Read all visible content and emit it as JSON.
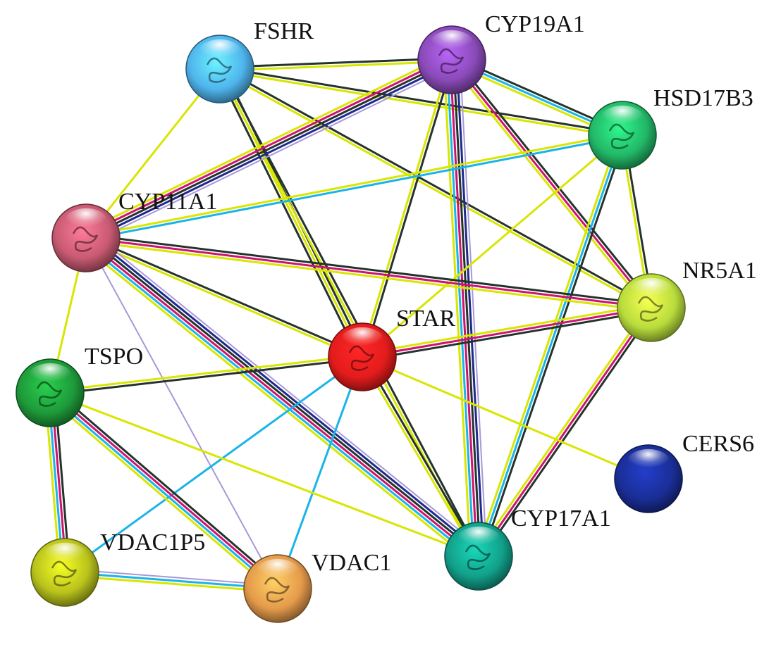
{
  "title": "STAR protein interaction network",
  "edge_colors": {
    "black": "#24332c",
    "yellow": "#d8e600",
    "cyan": "#1ab4e8",
    "magenta": "#cc1470",
    "navy": "#202a8c",
    "lavender": "#a898d8"
  },
  "nodes": [
    {
      "id": "FSHR",
      "label": "FSHR",
      "color": "#4fb4ec"
    },
    {
      "id": "CYP19A1",
      "label": "CYP19A1",
      "color": "#8a4ab8"
    },
    {
      "id": "HSD17B3",
      "label": "HSD17B3",
      "color": "#22b868"
    },
    {
      "id": "CYP11A1",
      "label": "CYP11A1",
      "color": "#c85a72"
    },
    {
      "id": "NR5A1",
      "label": "NR5A1",
      "color": "#b8dc3c"
    },
    {
      "id": "STAR",
      "label": "STAR",
      "color": "#e41c1c"
    },
    {
      "id": "TSPO",
      "label": "TSPO",
      "color": "#1e9a3a"
    },
    {
      "id": "CERS6",
      "label": "CERS6",
      "color": "#1a2e96"
    },
    {
      "id": "CYP17A1",
      "label": "CYP17A1",
      "color": "#12a08a"
    },
    {
      "id": "VDAC1P5",
      "label": "VDAC1P5",
      "color": "#b8c21c"
    },
    {
      "id": "VDAC1",
      "label": "VDAC1",
      "color": "#e49a4a"
    }
  ],
  "edges": [
    {
      "source": "FSHR",
      "target": "CYP19A1",
      "types": [
        "black",
        "yellow"
      ]
    },
    {
      "source": "FSHR",
      "target": "HSD17B3",
      "types": [
        "black",
        "yellow"
      ]
    },
    {
      "source": "FSHR",
      "target": "NR5A1",
      "types": [
        "black",
        "yellow"
      ]
    },
    {
      "source": "FSHR",
      "target": "CYP11A1",
      "types": [
        "yellow"
      ]
    },
    {
      "source": "FSHR",
      "target": "STAR",
      "types": [
        "black",
        "yellow",
        "black"
      ]
    },
    {
      "source": "FSHR",
      "target": "CYP17A1",
      "types": [
        "black",
        "yellow"
      ]
    },
    {
      "source": "CYP19A1",
      "target": "HSD17B3",
      "types": [
        "black",
        "cyan",
        "yellow"
      ]
    },
    {
      "source": "CYP19A1",
      "target": "CYP11A1",
      "types": [
        "lavender",
        "navy",
        "black",
        "magenta",
        "yellow"
      ]
    },
    {
      "source": "CYP19A1",
      "target": "NR5A1",
      "types": [
        "black",
        "magenta",
        "yellow"
      ]
    },
    {
      "source": "CYP19A1",
      "target": "STAR",
      "types": [
        "black",
        "yellow"
      ]
    },
    {
      "source": "CYP19A1",
      "target": "CYP17A1",
      "types": [
        "lavender",
        "navy",
        "black",
        "magenta",
        "cyan",
        "yellow"
      ]
    },
    {
      "source": "HSD17B3",
      "target": "CYP11A1",
      "types": [
        "cyan",
        "yellow"
      ]
    },
    {
      "source": "HSD17B3",
      "target": "NR5A1",
      "types": [
        "black",
        "yellow"
      ]
    },
    {
      "source": "HSD17B3",
      "target": "STAR",
      "types": [
        "yellow"
      ]
    },
    {
      "source": "HSD17B3",
      "target": "CYP17A1",
      "types": [
        "black",
        "cyan",
        "yellow"
      ]
    },
    {
      "source": "CYP11A1",
      "target": "NR5A1",
      "types": [
        "black",
        "magenta",
        "yellow"
      ]
    },
    {
      "source": "CYP11A1",
      "target": "STAR",
      "types": [
        "black",
        "yellow"
      ]
    },
    {
      "source": "CYP11A1",
      "target": "CYP17A1",
      "types": [
        "lavender",
        "navy",
        "black",
        "magenta",
        "cyan",
        "yellow"
      ]
    },
    {
      "source": "CYP11A1",
      "target": "TSPO",
      "types": [
        "yellow"
      ]
    },
    {
      "source": "CYP11A1",
      "target": "VDAC1",
      "types": [
        "lavender"
      ]
    },
    {
      "source": "NR5A1",
      "target": "STAR",
      "types": [
        "black",
        "magenta",
        "yellow"
      ]
    },
    {
      "source": "NR5A1",
      "target": "CYP17A1",
      "types": [
        "black",
        "magenta",
        "yellow"
      ]
    },
    {
      "source": "STAR",
      "target": "TSPO",
      "types": [
        "black",
        "yellow"
      ]
    },
    {
      "source": "STAR",
      "target": "CYP17A1",
      "types": [
        "black",
        "yellow"
      ]
    },
    {
      "source": "STAR",
      "target": "VDAC1P5",
      "types": [
        "cyan"
      ]
    },
    {
      "source": "STAR",
      "target": "VDAC1",
      "types": [
        "cyan"
      ]
    },
    {
      "source": "STAR",
      "target": "CERS6",
      "types": [
        "yellow"
      ]
    },
    {
      "source": "TSPO",
      "target": "CYP17A1",
      "types": [
        "yellow"
      ]
    },
    {
      "source": "TSPO",
      "target": "VDAC1P5",
      "types": [
        "black",
        "magenta",
        "cyan",
        "yellow"
      ]
    },
    {
      "source": "TSPO",
      "target": "VDAC1",
      "types": [
        "black",
        "magenta",
        "cyan",
        "yellow"
      ]
    },
    {
      "source": "VDAC1P5",
      "target": "VDAC1",
      "types": [
        "lavender",
        "cyan",
        "yellow"
      ]
    }
  ]
}
